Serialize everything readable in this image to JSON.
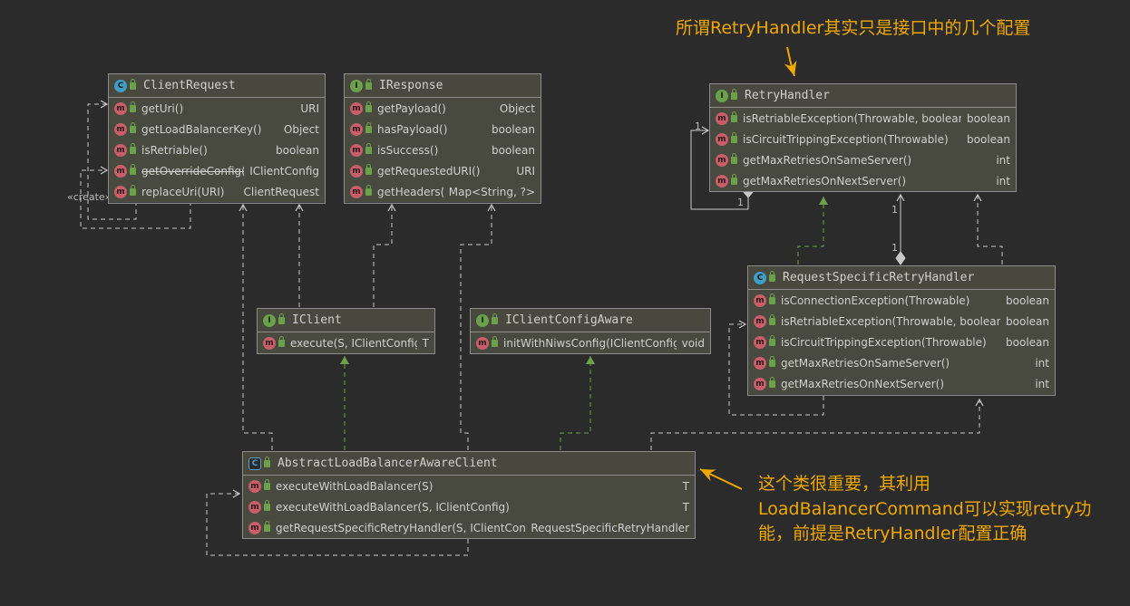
{
  "annotations": {
    "top_note": "所谓RetryHandler其实只是接口中的几个配置",
    "right_note_lines": [
      "这个类很重要，其利用",
      "LoadBalancerCommand可以实现retry功",
      "能，前提是RetryHandler配置正确"
    ]
  },
  "labels": {
    "create": "«create»",
    "mult_1a": "1",
    "mult_1b": "1",
    "mult_1c": "1",
    "mult_1d": "1"
  },
  "classes": {
    "client_request": {
      "kind": "C",
      "name": "ClientRequest",
      "methods": [
        {
          "name": "getUri()",
          "type": "URI"
        },
        {
          "name": "getLoadBalancerKey()",
          "type": "Object"
        },
        {
          "name": "isRetriable()",
          "type": "boolean"
        },
        {
          "name": "getOverrideConfig()",
          "type": "IClientConfig"
        },
        {
          "name": "replaceUri(URI)",
          "type": "ClientRequest"
        }
      ]
    },
    "iresponse": {
      "kind": "I",
      "name": "IResponse",
      "methods": [
        {
          "name": "getPayload()",
          "type": "Object"
        },
        {
          "name": "hasPayload()",
          "type": "boolean"
        },
        {
          "name": "isSuccess()",
          "type": "boolean"
        },
        {
          "name": "getRequestedURI()",
          "type": "URI"
        },
        {
          "name": "getHeaders()",
          "type": "Map<String, ?>"
        }
      ]
    },
    "retry_handler": {
      "kind": "I",
      "name": "RetryHandler",
      "methods": [
        {
          "name": "isRetriableException(Throwable, boolean)",
          "type": "boolean"
        },
        {
          "name": "isCircuitTrippingException(Throwable)",
          "type": "boolean"
        },
        {
          "name": "getMaxRetriesOnSameServer()",
          "type": "int"
        },
        {
          "name": "getMaxRetriesOnNextServer()",
          "type": "int"
        }
      ]
    },
    "request_specific_retry_handler": {
      "kind": "C",
      "name": "RequestSpecificRetryHandler",
      "methods": [
        {
          "name": "isConnectionException(Throwable)",
          "type": "boolean"
        },
        {
          "name": "isRetriableException(Throwable, boolean)",
          "type": "boolean"
        },
        {
          "name": "isCircuitTrippingException(Throwable)",
          "type": "boolean"
        },
        {
          "name": "getMaxRetriesOnSameServer()",
          "type": "int"
        },
        {
          "name": "getMaxRetriesOnNextServer()",
          "type": "int"
        }
      ]
    },
    "iclient": {
      "kind": "I",
      "name": "IClient",
      "methods": [
        {
          "name": "execute(S, IClientConfig)",
          "type": "T"
        }
      ]
    },
    "iclient_config_aware": {
      "kind": "I",
      "name": "IClientConfigAware",
      "methods": [
        {
          "name": "initWithNiwsConfig(IClientConfig)",
          "type": "void"
        }
      ]
    },
    "abstract_lb_client": {
      "kind": "AC",
      "name": "AbstractLoadBalancerAwareClient",
      "methods": [
        {
          "name": "executeWithLoadBalancer(S)",
          "type": "T"
        },
        {
          "name": "executeWithLoadBalancer(S, IClientConfig)",
          "type": "T"
        },
        {
          "name": "getRequestSpecificRetryHandler(S, IClientConfig)",
          "type": "RequestSpecificRetryHandler"
        }
      ]
    }
  },
  "colors": {
    "background": "#2b2b2b",
    "note": "#f0a800",
    "dependency": "#c8c8c8",
    "implements": "#6aa14a"
  }
}
